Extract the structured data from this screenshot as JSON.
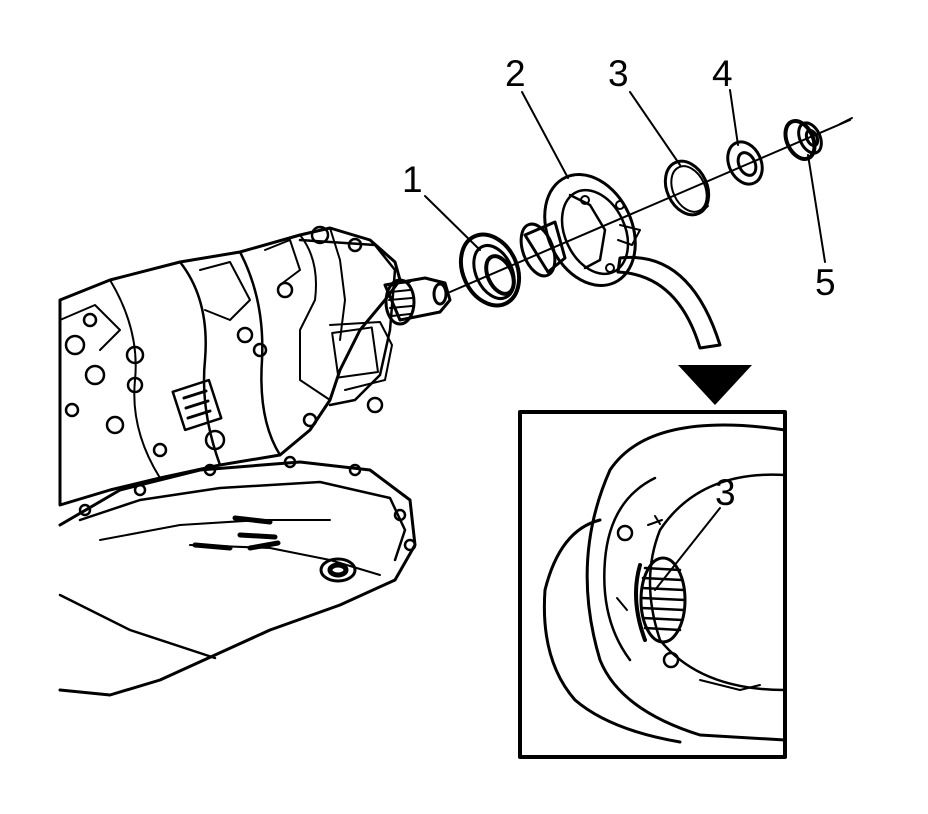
{
  "callouts": {
    "c1": "1",
    "c2": "2",
    "c3": "3",
    "c4": "4",
    "c5": "5",
    "detail_c3": "3"
  },
  "colors": {
    "ink": "#000000",
    "paper": "#ffffff"
  }
}
